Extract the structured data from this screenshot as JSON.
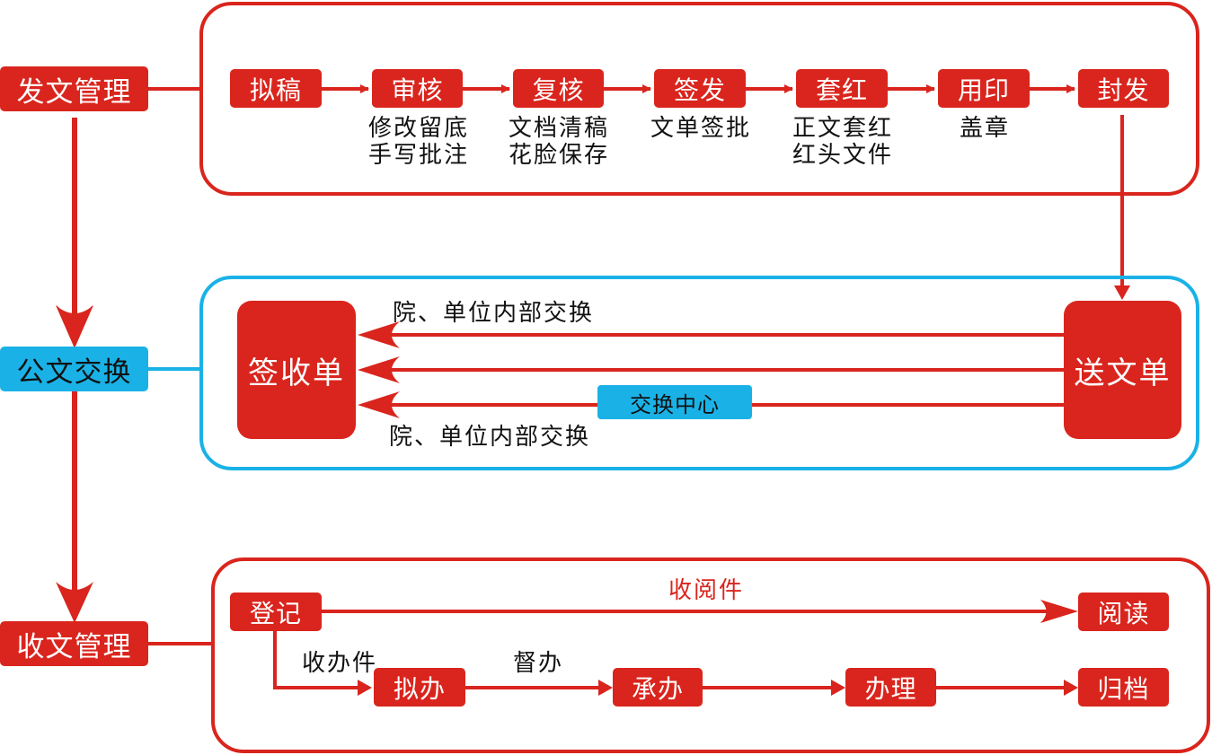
{
  "sections": {
    "dispatch": "发文管理",
    "exchange": "公文交换",
    "receive": "收文管理"
  },
  "dispatch_steps": [
    "拟稿",
    "审核",
    "复核",
    "签发",
    "套红",
    "用印",
    "封发"
  ],
  "dispatch_notes": {
    "review": [
      "修改留底",
      "手写批注"
    ],
    "recheck": [
      "文档清稿",
      "花脸保存"
    ],
    "sign": [
      "文单签批"
    ],
    "redhead": [
      "正文套红",
      "红头文件"
    ],
    "seal": [
      "盖章"
    ]
  },
  "exchange": {
    "receipt": "签收单",
    "sending": "送文单",
    "hub": "交换中心",
    "internal_label_top": "院、单位内部交换",
    "internal_label_bottom": "院、单位内部交换"
  },
  "receive": {
    "register": "登记",
    "read_label": "收阅件",
    "read": "阅读",
    "handle_label": "收办件",
    "draft": "拟办",
    "supervise_label": "督办",
    "undertake": "承办",
    "process": "办理",
    "archive": "归档"
  },
  "colors": {
    "red": "#d9251d",
    "blue": "#1ab2e6"
  }
}
